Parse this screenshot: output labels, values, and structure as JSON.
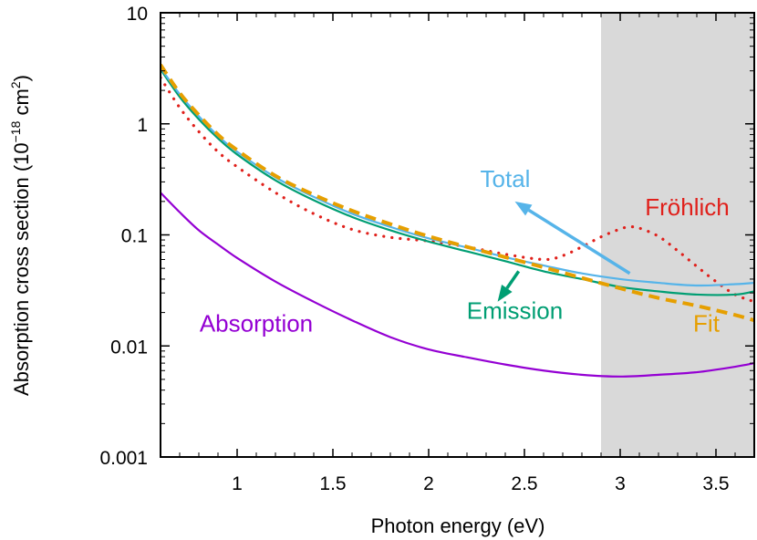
{
  "chart_data": {
    "type": "line",
    "xlabel": "Photon energy (eV)",
    "ylabel": {
      "prefix": "Absorption cross section (10",
      "exp1": "−18",
      "mid": " cm",
      "exp2": "2",
      "suffix": ")"
    },
    "xlim": [
      0.6,
      3.7
    ],
    "ylim": [
      0.001,
      10
    ],
    "yscale": "log",
    "grid": false,
    "legend": "none",
    "shaded_region": {
      "x": [
        2.9,
        3.7
      ],
      "color": "#d9d9d9"
    },
    "xticks": [
      {
        "value": 1,
        "label": "1"
      },
      {
        "value": 1.5,
        "label": "1.5"
      },
      {
        "value": 2,
        "label": "2"
      },
      {
        "value": 2.5,
        "label": "2.5"
      },
      {
        "value": 3,
        "label": "3"
      },
      {
        "value": 3.5,
        "label": "3.5"
      }
    ],
    "yticks": [
      {
        "value": 0.001,
        "label": "0.001"
      },
      {
        "value": 0.01,
        "label": "0.01"
      },
      {
        "value": 0.1,
        "label": "0.1"
      },
      {
        "value": 1,
        "label": "1"
      },
      {
        "value": 10,
        "label": "10"
      }
    ],
    "series": [
      {
        "name": "Absorption",
        "color": "#9400d3",
        "style": "solid",
        "x": [
          0.6,
          0.7,
          0.8,
          0.9,
          1.0,
          1.2,
          1.4,
          1.6,
          1.8,
          2.0,
          2.2,
          2.4,
          2.6,
          2.8,
          3.0,
          3.2,
          3.4,
          3.6,
          3.7
        ],
        "y": [
          0.24,
          0.16,
          0.11,
          0.082,
          0.062,
          0.038,
          0.025,
          0.017,
          0.012,
          0.0093,
          0.0079,
          0.0068,
          0.006,
          0.0055,
          0.0053,
          0.0055,
          0.0058,
          0.0065,
          0.007
        ]
      },
      {
        "name": "Total",
        "color": "#56b4e9",
        "style": "solid",
        "x": [
          0.6,
          0.7,
          0.8,
          0.9,
          1.0,
          1.2,
          1.4,
          1.6,
          1.8,
          2.0,
          2.2,
          2.4,
          2.6,
          2.8,
          3.0,
          3.2,
          3.4,
          3.6,
          3.7
        ],
        "y": [
          3.2,
          1.85,
          1.17,
          0.78,
          0.56,
          0.33,
          0.22,
          0.155,
          0.118,
          0.093,
          0.077,
          0.063,
          0.053,
          0.045,
          0.04,
          0.037,
          0.035,
          0.036,
          0.037
        ]
      },
      {
        "name": "Emission",
        "color": "#009e73",
        "style": "solid",
        "x": [
          0.6,
          0.7,
          0.8,
          0.9,
          1.0,
          1.2,
          1.4,
          1.6,
          1.8,
          2.0,
          2.2,
          2.4,
          2.6,
          2.8,
          3.0,
          3.2,
          3.4,
          3.6,
          3.7
        ],
        "y": [
          3.1,
          1.75,
          1.1,
          0.74,
          0.53,
          0.31,
          0.205,
          0.145,
          0.11,
          0.087,
          0.071,
          0.058,
          0.047,
          0.04,
          0.034,
          0.031,
          0.029,
          0.029,
          0.031
        ]
      },
      {
        "name": "Fit",
        "color": "#e69f00",
        "style": "dashed",
        "x": [
          0.6,
          0.7,
          0.8,
          0.9,
          1.0,
          1.2,
          1.4,
          1.6,
          1.8,
          2.0,
          2.2,
          2.4,
          2.6,
          2.8,
          3.0,
          3.2,
          3.4,
          3.6,
          3.7
        ],
        "y": [
          3.4,
          1.9,
          1.2,
          0.8,
          0.58,
          0.34,
          0.23,
          0.165,
          0.125,
          0.097,
          0.078,
          0.063,
          0.051,
          0.041,
          0.033,
          0.027,
          0.023,
          0.019,
          0.017
        ]
      },
      {
        "name": "Fröhlich",
        "color": "#e0201b",
        "style": "dotted",
        "x": [
          0.6,
          0.7,
          0.8,
          0.9,
          1.0,
          1.2,
          1.4,
          1.6,
          1.8,
          2.0,
          2.2,
          2.4,
          2.6,
          2.7,
          2.8,
          2.9,
          3.0,
          3.05,
          3.1,
          3.2,
          3.3,
          3.4,
          3.5,
          3.6,
          3.7
        ],
        "y": [
          2.6,
          1.4,
          0.85,
          0.56,
          0.41,
          0.24,
          0.155,
          0.112,
          0.095,
          0.088,
          0.078,
          0.067,
          0.06,
          0.065,
          0.078,
          0.096,
          0.113,
          0.118,
          0.115,
          0.097,
          0.072,
          0.052,
          0.038,
          0.029,
          0.025
        ]
      }
    ],
    "annotations": [
      {
        "text": "Total",
        "color": "#56b4e9",
        "series": "Total",
        "x": 2.4,
        "y": 0.27,
        "arrow_from": [
          3.05,
          0.045
        ],
        "arrow_to": [
          2.45,
          0.2
        ]
      },
      {
        "text": "Fröhlich",
        "color": "#e0201b",
        "series": "Fröhlich",
        "x": 3.35,
        "y": 0.15
      },
      {
        "text": "Emission",
        "color": "#009e73",
        "series": "Emission",
        "x": 2.45,
        "y": 0.0175,
        "arrow_from": [
          2.47,
          0.047
        ],
        "arrow_to": [
          2.36,
          0.025
        ]
      },
      {
        "text": "Absorption",
        "color": "#9400d3",
        "series": "Absorption",
        "x": 1.1,
        "y": 0.0135
      },
      {
        "text": "Fit",
        "color": "#e69f00",
        "series": "Fit",
        "x": 3.45,
        "y": 0.0135
      }
    ]
  }
}
